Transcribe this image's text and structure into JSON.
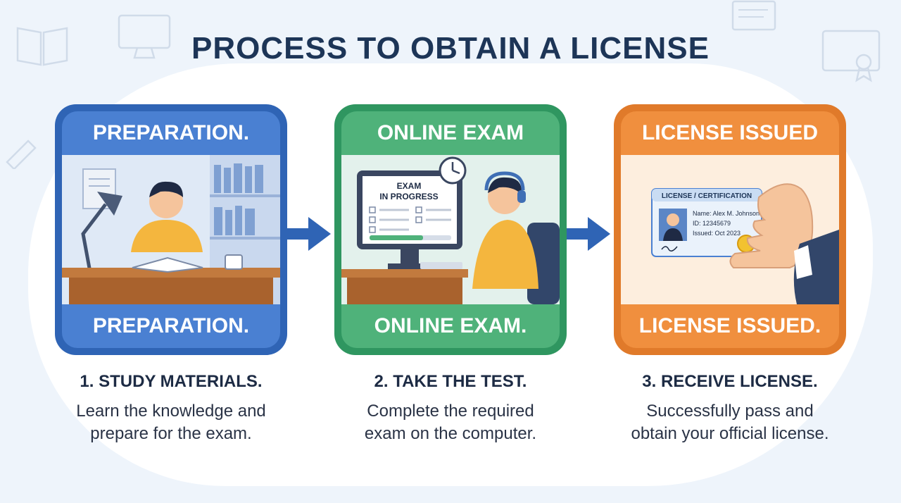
{
  "title": "PROCESS TO OBTAIN A LICENSE",
  "steps": [
    {
      "card_top": "PREPARATION.",
      "card_bottom": "PREPARATION.",
      "heading": "1. STUDY MATERIALS.",
      "desc_line1": "Learn the knowledge and",
      "desc_line2": "prepare for the exam.",
      "color": "#2f64b5"
    },
    {
      "card_top": "ONLINE EXAM",
      "card_bottom": "ONLINE EXAM.",
      "heading": "2. TAKE THE TEST.",
      "desc_line1": "Complete the required",
      "desc_line2": "exam on the computer.",
      "screen_text_1": "EXAM",
      "screen_text_2": "IN PROGRESS",
      "color": "#2f9660"
    },
    {
      "card_top": "LICENSE ISSUED",
      "card_bottom": "LICENSE ISSUED.",
      "heading": "3. RECEIVE LICENSE.",
      "desc_line1": "Successfully pass and",
      "desc_line2": "obtain your official license.",
      "card_header": "LICENSE / CERTIFICATION",
      "card_name": "Name: Alex M. Johnson",
      "card_id": "ID: 12345679",
      "card_issued": "Issued: Oct 2023",
      "color": "#e07a2a"
    }
  ],
  "arrow_color": "#2f64b5",
  "icons": [
    "book-icon",
    "monitor-icon",
    "certificate-icon",
    "clock-icon",
    "arrow-right-icon"
  ]
}
